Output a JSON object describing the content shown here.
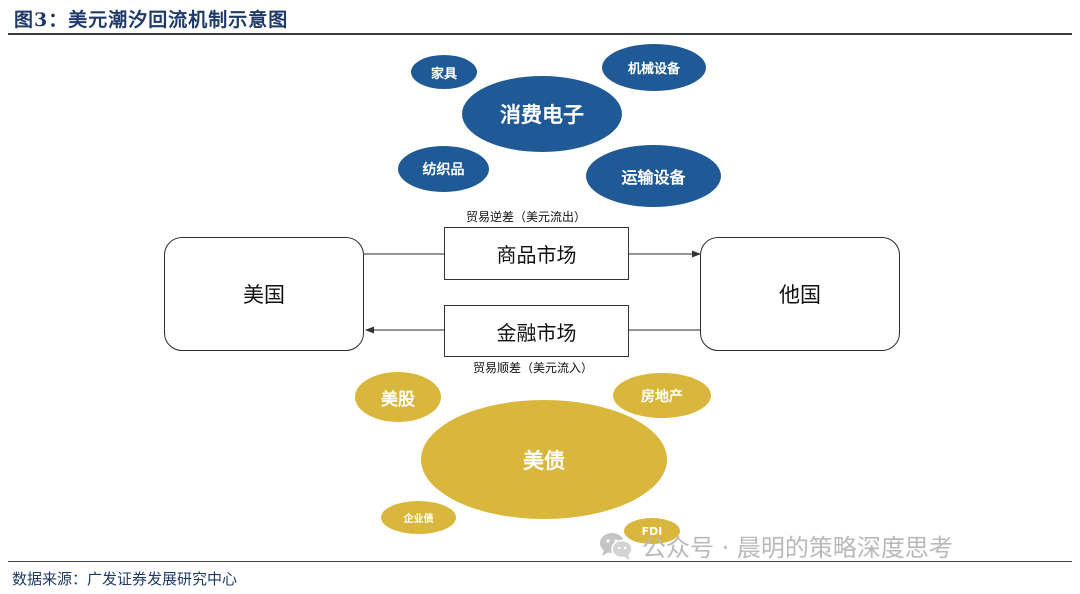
{
  "figure": {
    "title": "图3：美元潮汐回流机制示意图",
    "source": "数据来源：广发证券发展研究中心"
  },
  "diagram": {
    "country_left": "美国",
    "country_right": "他国",
    "goods_market": "商品市场",
    "financial_market": "金融市场",
    "trade_deficit_caption": "贸易逆差（美元流出）",
    "trade_surplus_caption": "贸易顺差（美元流入）",
    "goods_bubbles": {
      "furniture": "家具",
      "machinery": "机械设备",
      "consumer_electronics": "消费电子",
      "textiles": "纺织品",
      "transport_equipment": "运输设备"
    },
    "asset_bubbles": {
      "us_stocks": "美股",
      "real_estate": "房地产",
      "us_treasuries": "美债",
      "corporate_bonds": "企业债",
      "fdi": "FDI"
    },
    "colors": {
      "goods": "#1f5a96",
      "assets": "#d9b73c",
      "title": "#1f3a68"
    }
  },
  "watermark": {
    "text": "公众号 · 晨明的策略深度思考",
    "icon": "wechat-icon"
  }
}
